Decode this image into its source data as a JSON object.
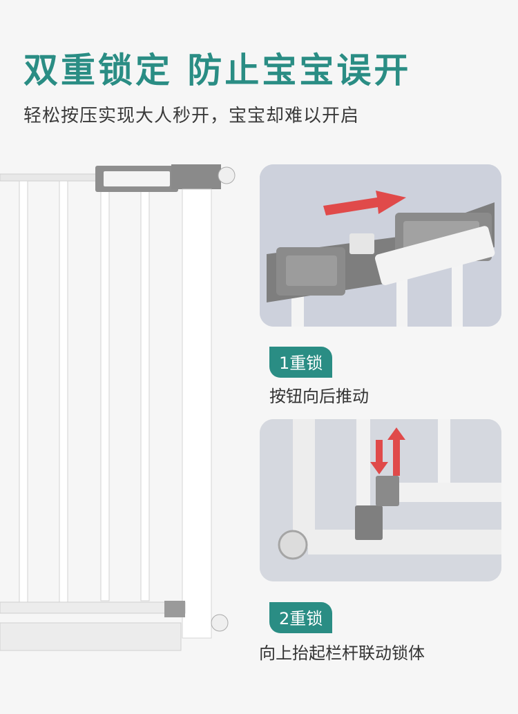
{
  "header": {
    "title": "双重锁定  防止宝宝误开",
    "subtitle": "轻松按压实现大人秒开，宝宝却难以开启"
  },
  "features": [
    {
      "badge": "1重锁",
      "description": "按钮向后推动"
    },
    {
      "badge": "2重锁",
      "description": "向上抬起栏杆联动锁体"
    }
  ],
  "colors": {
    "accent": "#2a8d84",
    "background": "#f6f6f6",
    "arrow_red": "#e04a4a"
  }
}
